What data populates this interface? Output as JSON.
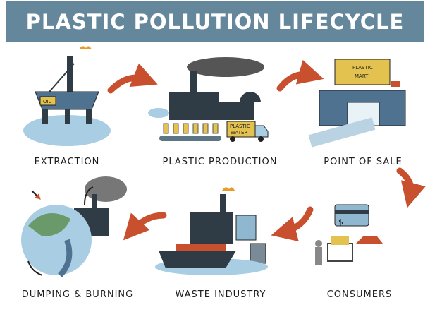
{
  "title": "PLASTIC POLLUTION LIFECYCLE",
  "stages": [
    {
      "label": "EXTRACTION"
    },
    {
      "label": "PLASTIC PRODUCTION"
    },
    {
      "label": "POINT OF SALE"
    },
    {
      "label": "CONSUMERS"
    },
    {
      "label": "WASTE INDUSTRY"
    },
    {
      "label": "DUMPING & BURNING"
    }
  ],
  "illustration_text": {
    "oil": "OIL",
    "store_sign_1": "PLASTIC",
    "store_sign_2": "MART",
    "truck_1": "PLASTIC",
    "truck_2": "WATER"
  },
  "colors": {
    "banner": "#64879c",
    "arrow": "#c9502e",
    "water": "#a9cde3",
    "building": "#2f3b45",
    "store": "#4e7290",
    "sign": "#e3c24f"
  }
}
